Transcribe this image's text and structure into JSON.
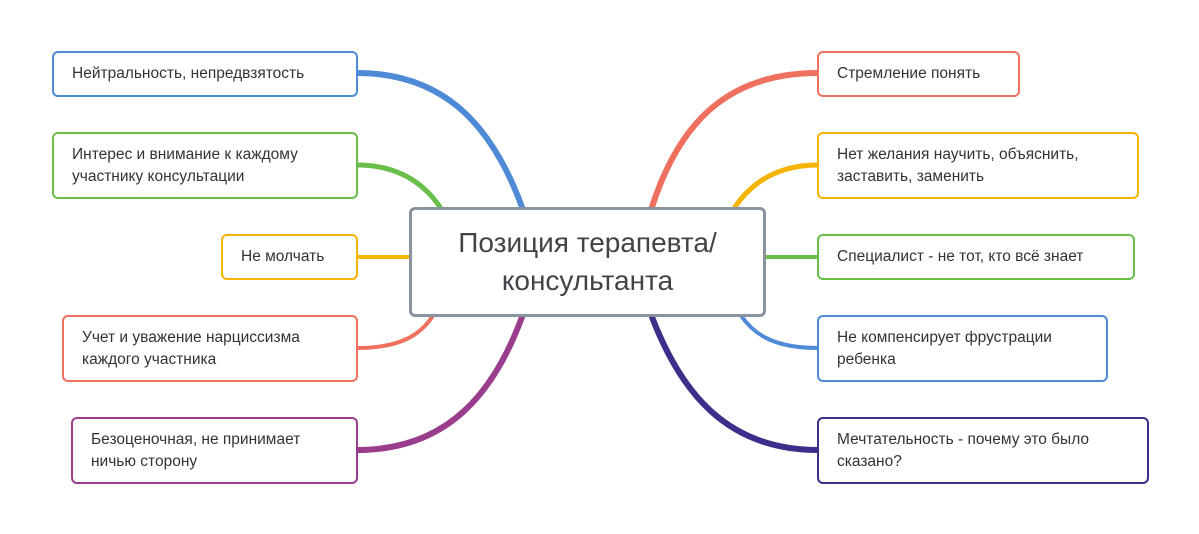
{
  "root": {
    "title": "Позиция терапевта/ консультанта"
  },
  "left_topics": [
    {
      "label": "Нейтральность, непредвзятость",
      "color": "#4f8ad6"
    },
    {
      "label": "Интерес и внимание к каждому участнику консультации",
      "color": "#6abf4b"
    },
    {
      "label": "Не молчать",
      "color": "#f4b400"
    },
    {
      "label": "Учет и уважение нарциссизма каждого участника",
      "color": "#f07060"
    },
    {
      "label": "Безоценочная, не принимает ничью сторону",
      "color": "#9a3d8c"
    }
  ],
  "right_topics": [
    {
      "label": "Стремление понять",
      "color": "#f07060"
    },
    {
      "label": "Нет желания научить, объяснить, заставить, заменить",
      "color": "#f4b400"
    },
    {
      "label": "Специалист - не тот, кто всё знает",
      "color": "#6abf4b"
    },
    {
      "label": "Не компенсирует фрустрации ребенка",
      "color": "#4f8ad6"
    },
    {
      "label": "Мечтательность - почему это было сказано?",
      "color": "#3a2f8a"
    }
  ]
}
